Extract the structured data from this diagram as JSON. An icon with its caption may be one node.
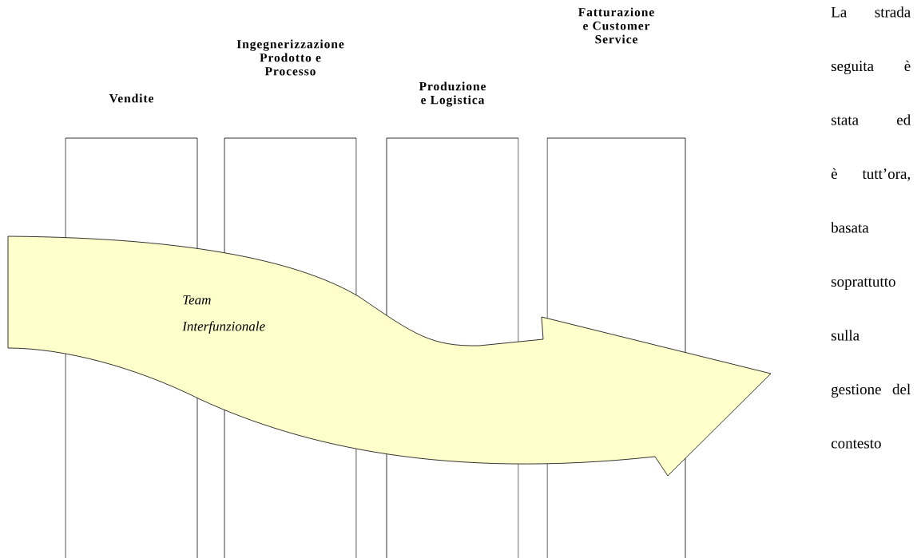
{
  "diagram": {
    "nodes": [
      {
        "text": [
          "Vendite"
        ]
      },
      {
        "text": [
          "Ingegnerizzazione Prodotto e Processo"
        ]
      },
      {
        "text": [
          "Produzione e Logistica"
        ]
      },
      {
        "text": [
          "Fatturazione e Customer Service"
        ]
      },
      {
        "text": [
          "Team Interfunzionale"
        ]
      }
    ],
    "labels": [
      "La strada seguita è stata ed è tutt’ora, basata soprattutto sulla gestione del contesto"
    ]
  }
}
